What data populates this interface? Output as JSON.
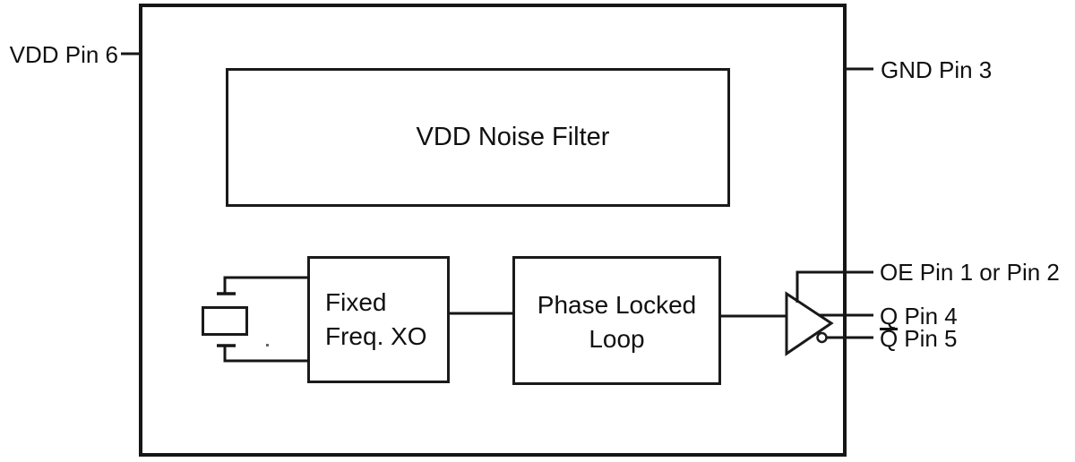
{
  "diagram": {
    "kind": "functional-block-diagram",
    "blocks": {
      "noise_filter": {
        "label": "VDD Noise Filter"
      },
      "xo": {
        "line1": "Fixed",
        "line2": "Freq. XO"
      },
      "pll": {
        "line1": "Phase Locked",
        "line2": "Loop"
      },
      "output_buffer": {
        "icon": "buffer-triangle-with-inverting-bubble"
      },
      "crystal": {
        "icon": "quartz-crystal-symbol"
      }
    },
    "pins": {
      "vdd": {
        "label": "VDD Pin 6"
      },
      "gnd": {
        "label": "GND Pin 3"
      },
      "oe": {
        "label": "OE Pin 1 or Pin 2"
      },
      "q": {
        "label": "Q Pin 4"
      },
      "qbar": {
        "symbol": "Q",
        "rest": "Pin 5"
      }
    },
    "colors": {
      "line": "#161616",
      "text": "#101010",
      "background": "#ffffff"
    }
  }
}
